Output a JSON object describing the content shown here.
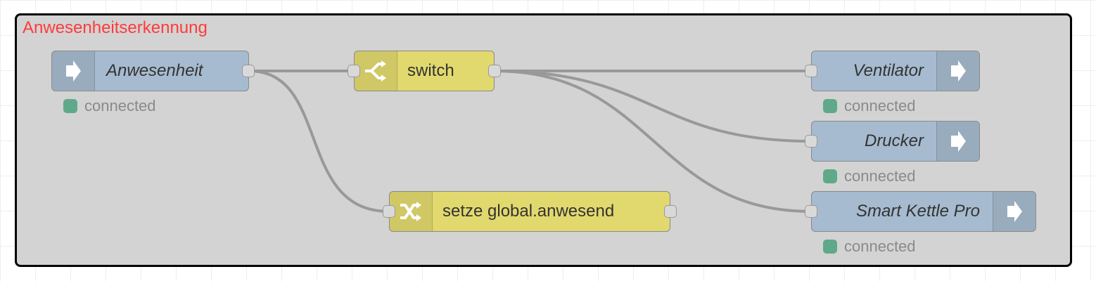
{
  "group": {
    "label": "Anwesenheitserkennung"
  },
  "nodes": {
    "anwesenheit": {
      "label": "Anwesenheit",
      "status": "connected",
      "icon": "arrow-right-icon"
    },
    "switch": {
      "label": "switch",
      "icon": "switch-icon"
    },
    "setze": {
      "label": "setze global.anwesend",
      "icon": "shuffle-icon"
    },
    "ventilator": {
      "label": "Ventilator",
      "status": "connected",
      "icon": "arrow-right-icon"
    },
    "drucker": {
      "label": "Drucker",
      "status": "connected",
      "icon": "arrow-right-icon"
    },
    "kettle": {
      "label": "Smart Kettle Pro",
      "status": "connected",
      "icon": "arrow-right-icon"
    }
  },
  "colors": {
    "group_label": "#ff3b3b",
    "io_node": "#a6bbcf",
    "function_node": "#e2d96e",
    "status_connected": "#5fa98a",
    "wire": "#999999"
  }
}
